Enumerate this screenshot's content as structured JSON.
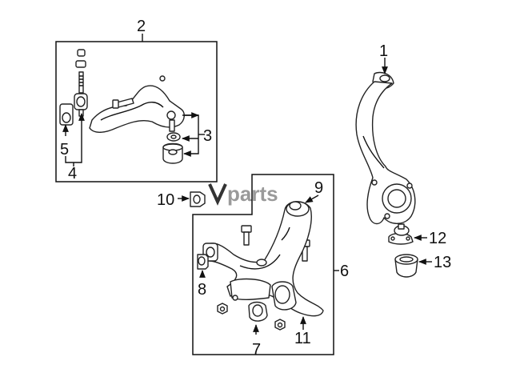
{
  "watermark": {
    "prefix": "v",
    "text": "parts",
    "color_dark": "#333333",
    "color_light": "#9a9a9a"
  },
  "callouts": {
    "c1": "1",
    "c2": "2",
    "c3": "3",
    "c4": "4",
    "c5": "5",
    "c6": "6",
    "c7": "7",
    "c8": "8",
    "c9": "9",
    "c10": "10",
    "c11": "11",
    "c12": "12",
    "c13": "13"
  },
  "colors": {
    "ink": "#111111",
    "paper": "#ffffff"
  }
}
